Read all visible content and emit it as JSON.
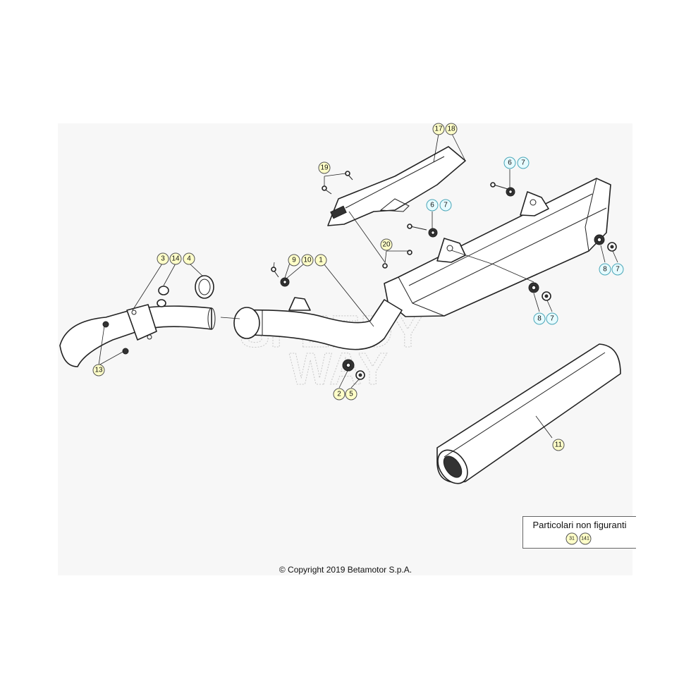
{
  "watermark": [
    "SPEEDY",
    "WAY"
  ],
  "callouts": [
    {
      "id": "c1",
      "label": "1",
      "kind": "yellow"
    },
    {
      "id": "c2",
      "label": "2",
      "kind": "yellow"
    },
    {
      "id": "c3",
      "label": "3",
      "kind": "yellow"
    },
    {
      "id": "c4",
      "label": "4",
      "kind": "yellow"
    },
    {
      "id": "c5",
      "label": "5",
      "kind": "yellow"
    },
    {
      "id": "c6a",
      "label": "6",
      "kind": "cyan"
    },
    {
      "id": "c7a",
      "label": "7",
      "kind": "cyan"
    },
    {
      "id": "c6b",
      "label": "6",
      "kind": "cyan"
    },
    {
      "id": "c7b",
      "label": "7",
      "kind": "cyan"
    },
    {
      "id": "c8a",
      "label": "8",
      "kind": "cyan"
    },
    {
      "id": "c7c",
      "label": "7",
      "kind": "cyan"
    },
    {
      "id": "c8b",
      "label": "8",
      "kind": "cyan"
    },
    {
      "id": "c7d",
      "label": "7",
      "kind": "cyan"
    },
    {
      "id": "c9",
      "label": "9",
      "kind": "yellow"
    },
    {
      "id": "c10",
      "label": "10",
      "kind": "yellow"
    },
    {
      "id": "c11",
      "label": "11",
      "kind": "yellow"
    },
    {
      "id": "c13",
      "label": "13",
      "kind": "yellow"
    },
    {
      "id": "c14",
      "label": "14",
      "kind": "yellow"
    },
    {
      "id": "c17",
      "label": "17",
      "kind": "yellow"
    },
    {
      "id": "c18",
      "label": "18",
      "kind": "yellow"
    },
    {
      "id": "c19",
      "label": "19",
      "kind": "yellow"
    },
    {
      "id": "c20",
      "label": "20",
      "kind": "yellow"
    }
  ],
  "not_shown": {
    "title": "Particolari non figuranti",
    "items": [
      {
        "label": "31",
        "kind": "yellow"
      },
      {
        "label": "141",
        "kind": "yellow"
      }
    ]
  },
  "copyright": "© Copyright 2019 Betamotor S.p.A."
}
